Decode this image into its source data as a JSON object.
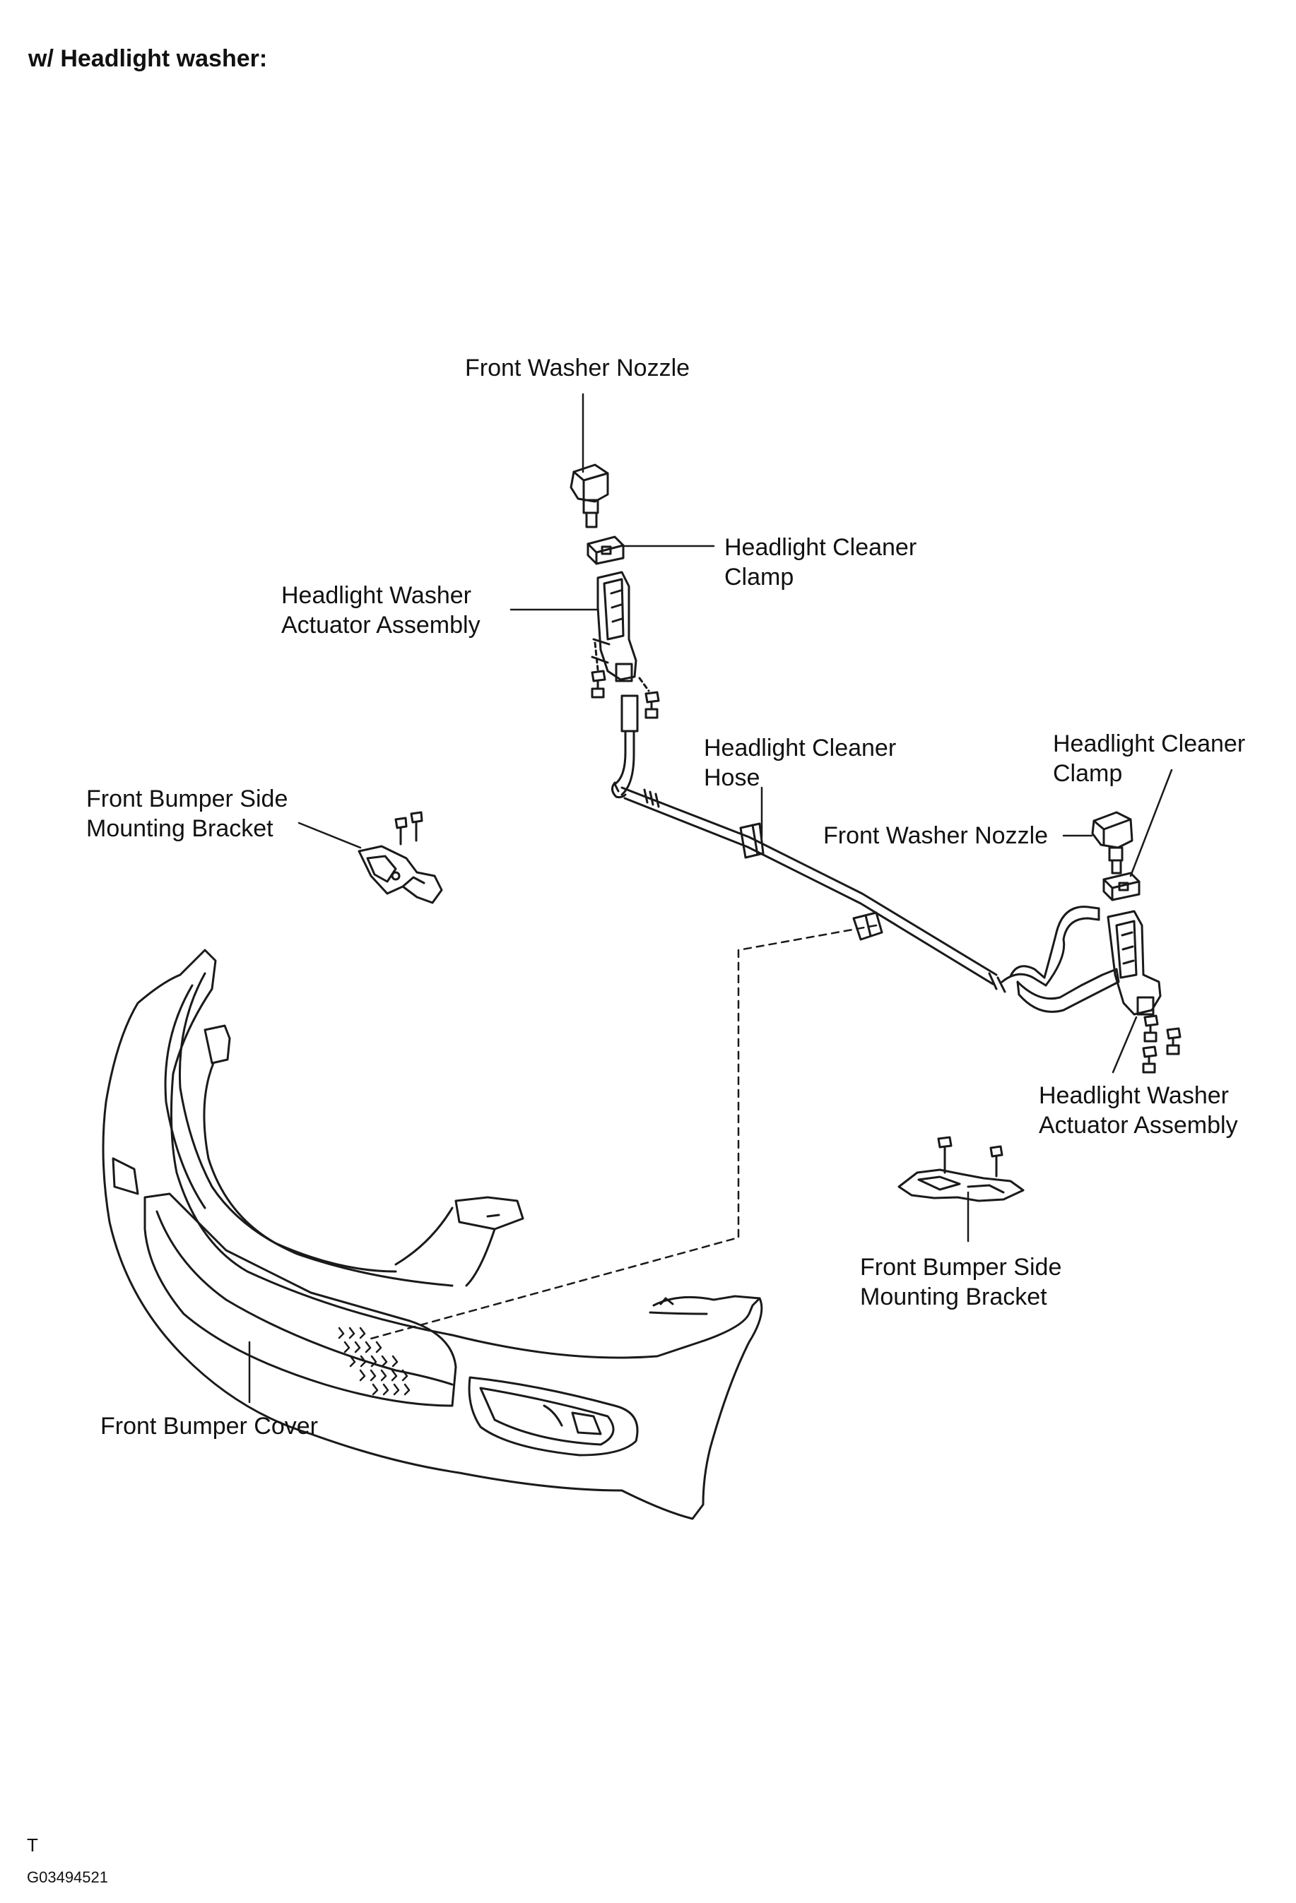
{
  "heading": "w/ Headlight washer:",
  "labels": {
    "front_washer_nozzle_left": "Front Washer Nozzle",
    "headlight_cleaner_clamp_left": [
      "Headlight Cleaner",
      "Clamp"
    ],
    "headlight_washer_actuator_left": [
      "Headlight Washer",
      "Actuator Assembly"
    ],
    "headlight_cleaner_hose": [
      "Headlight Cleaner",
      "Hose"
    ],
    "headlight_cleaner_clamp_right": [
      "Headlight Cleaner",
      "Clamp"
    ],
    "front_washer_nozzle_right": "Front Washer Nozzle",
    "front_bumper_side_bracket_left": [
      "Front Bumper Side",
      "Mounting Bracket"
    ],
    "headlight_washer_actuator_right": [
      "Headlight Washer",
      "Actuator Assembly"
    ],
    "front_bumper_side_bracket_right": [
      "Front Bumper Side",
      "Mounting Bracket"
    ],
    "front_bumper_cover": "Front Bumper Cover"
  },
  "footer": {
    "code": "T",
    "figure_id": "G03494521"
  },
  "colors": {
    "line": "#1a1a1a",
    "background": "#ffffff"
  }
}
